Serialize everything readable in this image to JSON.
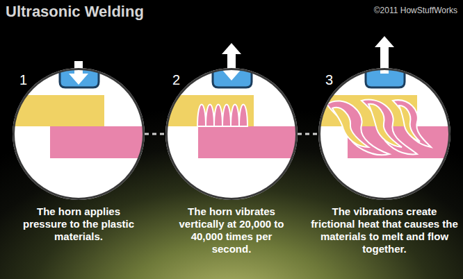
{
  "diagram": {
    "title": "Ultrasonic Welding",
    "nodes": [
      {
        "text": [
          "1",
          "The horn applies pressure to the plastic materials."
        ]
      },
      {
        "text": [
          "2",
          "The horn vibrates vertically at 20,000 to 40,000 times per second."
        ]
      },
      {
        "text": [
          "3",
          "The vibrations create frictional heat that causes the materials to melt and flow together."
        ]
      }
    ],
    "edges": [
      {
        "from": 0,
        "to": 1,
        "arrow": "none"
      },
      {
        "from": 1,
        "to": 2,
        "arrow": "none"
      }
    ],
    "labels": [
      "©2011 HowStuffWorks"
    ]
  }
}
